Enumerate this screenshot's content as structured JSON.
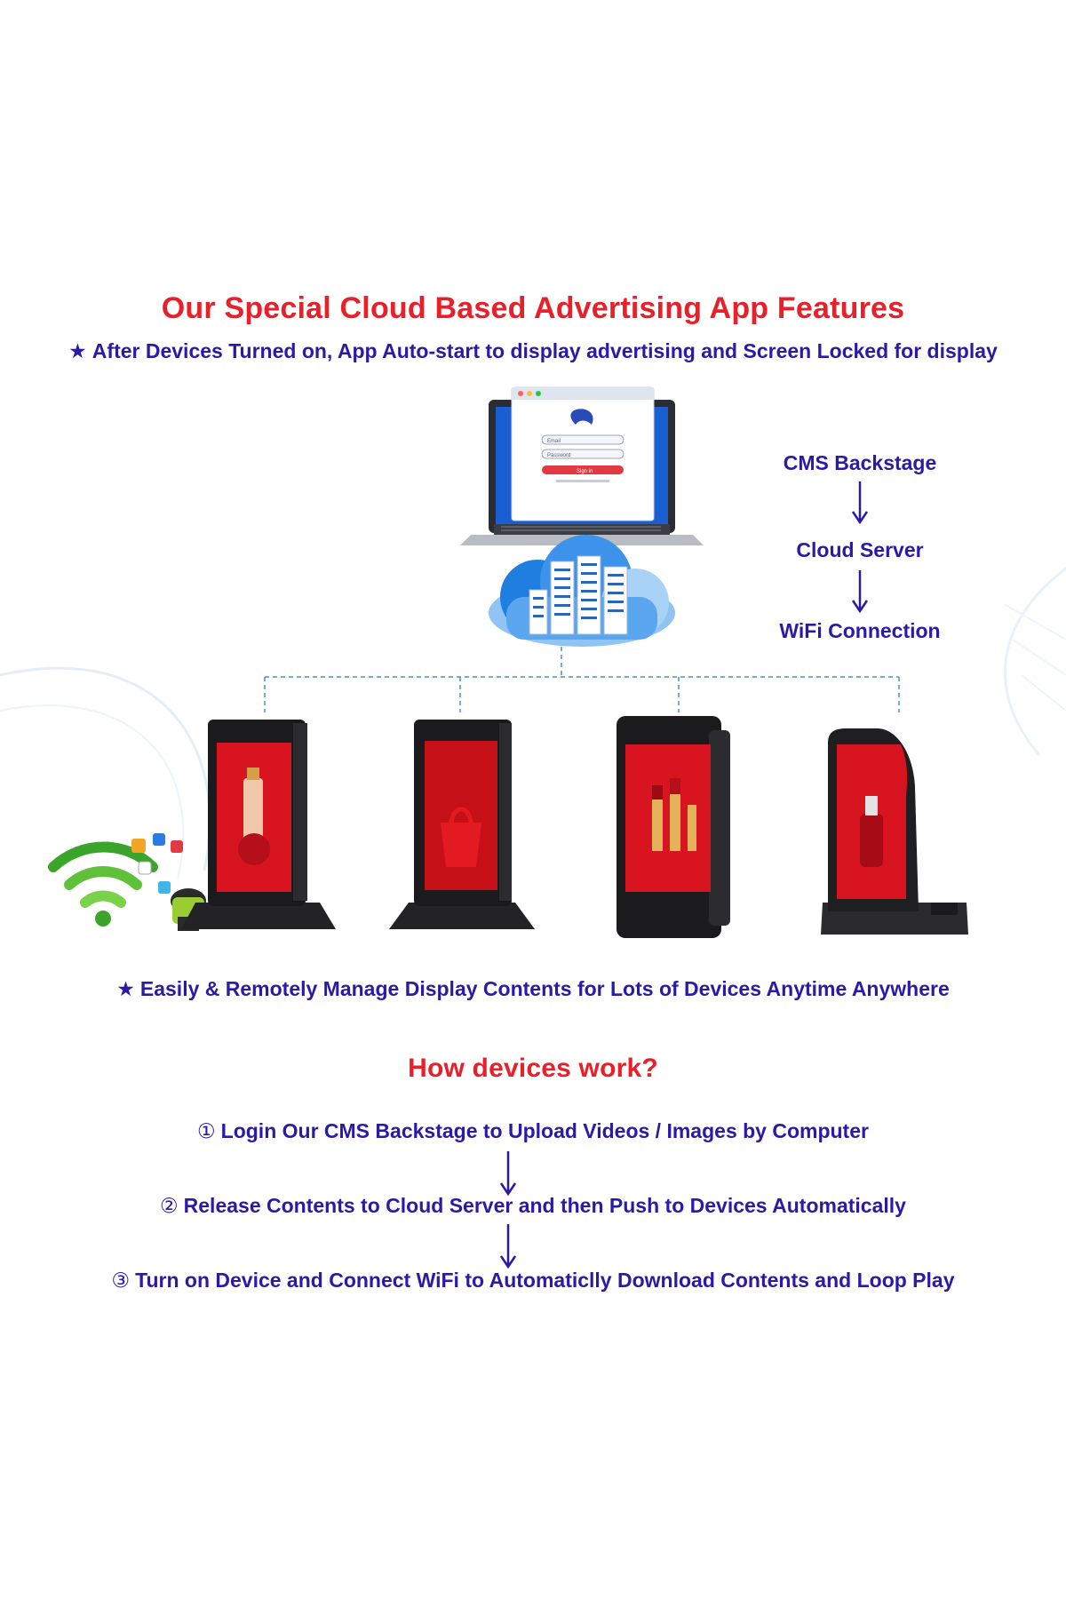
{
  "header": {
    "title": "Our Special Cloud Based Advertising App Features",
    "intro_star": "★",
    "intro": "After Devices Turned on, App Auto-start to display advertising and Screen Locked for display"
  },
  "login_screen": {
    "email_placeholder": "Email",
    "password_placeholder": "Password",
    "signin_label": "Sign in"
  },
  "flow": {
    "steps": [
      "CMS Backstage",
      "Cloud Server",
      "WiFi Connection"
    ]
  },
  "manage": {
    "star": "★",
    "text": "Easily & Remotely Manage Display Contents for Lots of Devices Anytime Anywhere"
  },
  "how": {
    "title": "How devices work?",
    "steps": [
      {
        "num": "①",
        "text": "Login Our CMS Backstage to Upload Videos / Images by Computer"
      },
      {
        "num": "②",
        "text": "Release Contents to Cloud Server and then Push to Devices Automatically"
      },
      {
        "num": "③",
        "text": "Turn on Device and Connect WiFi to Automaticlly Download Contents and Loop Play"
      }
    ]
  },
  "colors": {
    "title_red": "#e8202a",
    "text_blue": "#2a1aa6",
    "screen_red": "#d81420",
    "device_black": "#1b1b1d",
    "cloud_blue": "#1e7fe0"
  }
}
